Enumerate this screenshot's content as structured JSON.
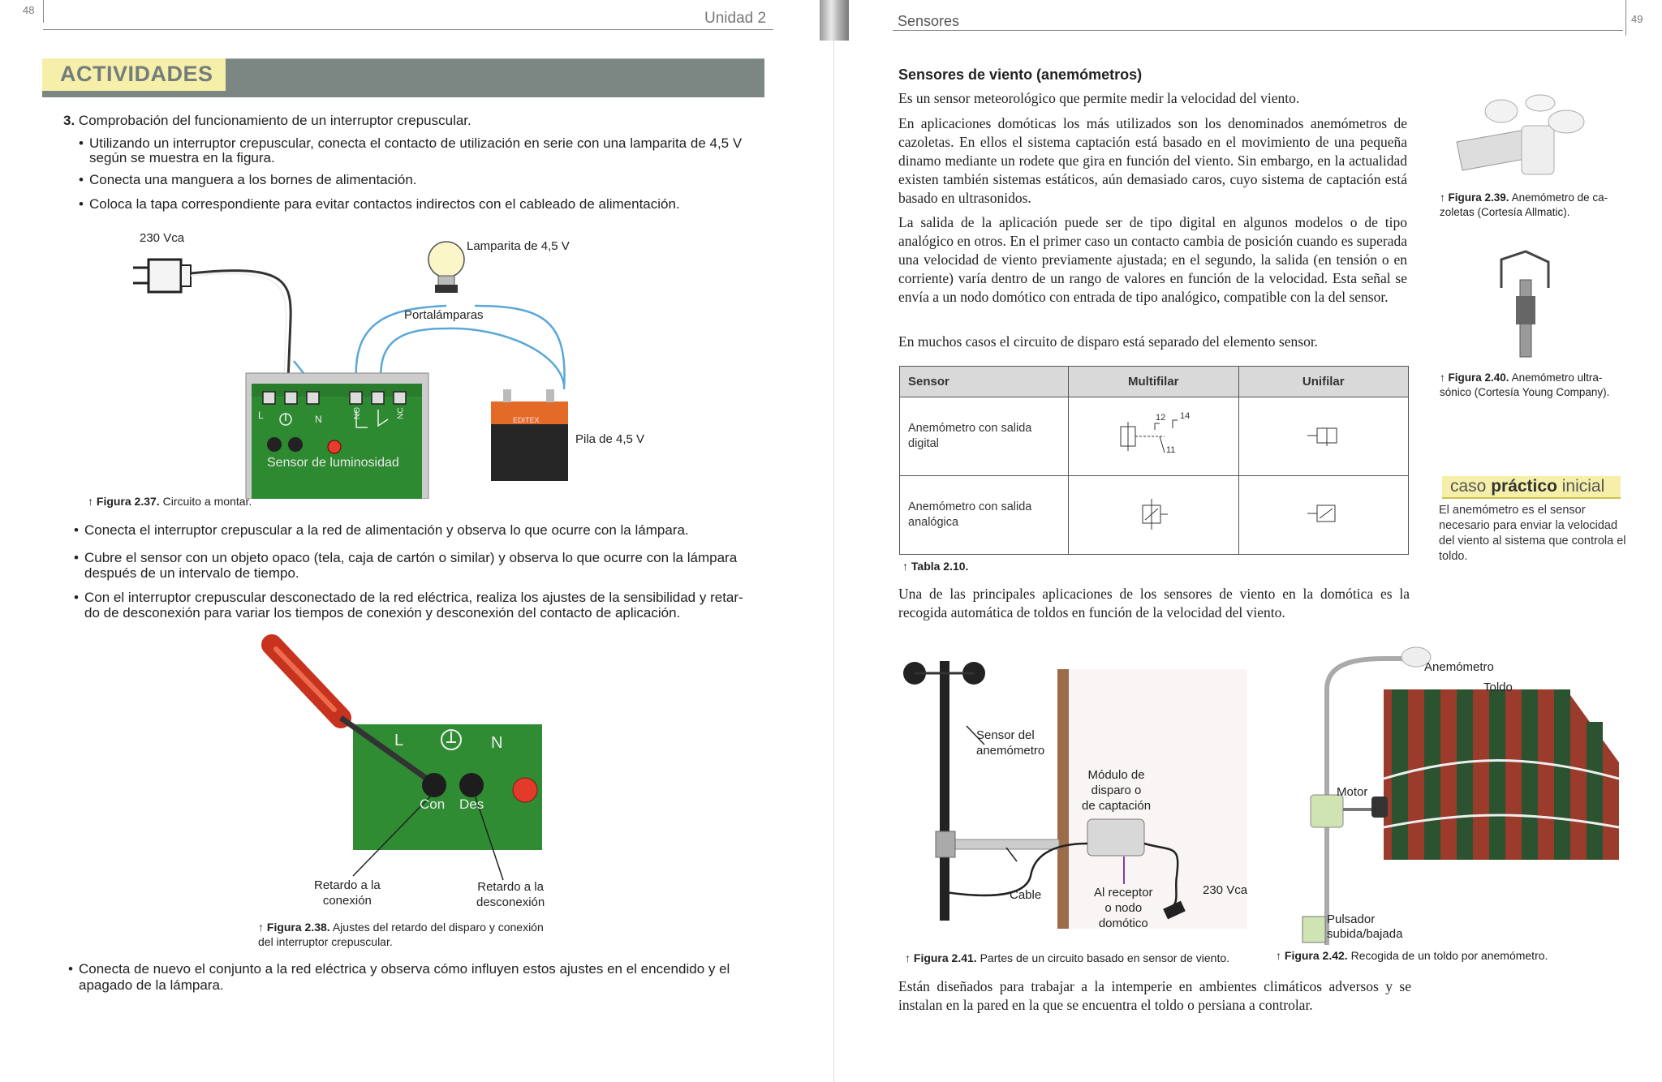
{
  "header": {
    "left_page_number": "48",
    "right_page_number": "49",
    "unit_title": "Unidad 2",
    "section_title": "Sensores"
  },
  "left": {
    "activities_title": "ACTIVIDADES",
    "item3": {
      "number": "3.",
      "title": "Comprobación del funcionamiento de un interruptor crepuscular.",
      "bullets": [
        "Utilizando un interruptor crepuscular, conecta el contacto de utilización en serie con una lamparita de 4,5 V",
        "según se muestra en la figura.",
        "Conecta una manguera a los bornes de alimentación.",
        "Coloca la tapa correspondiente para evitar contactos indirectos con el cableado de alimentación."
      ]
    },
    "fig237": {
      "label_230": "230 Vca",
      "label_lamp": "Lamparita de 4,5 V",
      "label_holder": "Portalámparas",
      "label_battery": "Pila de 4,5 V",
      "battery_brand": "EDITEX",
      "board_text": "Sensor de luminosidad",
      "terminal_l": "L",
      "terminal_n": "N",
      "terminal_no": "NO",
      "terminal_nc": "NC",
      "caption_number": "Figura 2.37.",
      "caption_text": "Circuito a montar."
    },
    "bullets2": [
      "Conecta el interruptor crepuscular a la red de alimentación y observa lo que ocurre con la lámpara.",
      "Cubre el sensor con un objeto opaco (tela, caja de cartón o similar) y observa lo que ocurre con la lámpara",
      "después de un intervalo de tiempo.",
      "Con el interruptor crepuscular desconectado de la red eléctrica, realiza los ajustes de la sensibilidad y retar-",
      "do de desconexión para variar los tiempos de conexión y desconexión del contacto de aplicación."
    ],
    "fig238": {
      "label_l": "L",
      "label_n": "N",
      "label_con": "Con",
      "label_des": "Des",
      "label_left": [
        "Retardo a la",
        "conexión"
      ],
      "label_right": [
        "Retardo a la",
        "desconexión"
      ],
      "caption_number": "Figura 2.38.",
      "caption_text": "Ajustes del retardo del disparo y conexión",
      "caption_text2": "del interruptor crepuscular."
    },
    "final_bullet": [
      "Conecta de nuevo el conjunto a la red eléctrica y observa cómo influyen estos ajustes en el encendido  y el",
      "apagado de la lámpara."
    ]
  },
  "right": {
    "heading": "Sensores de viento (anemómetros)",
    "paragraphs": [
      "Es un sensor meteorológico que permite medir la velocidad del viento.",
      "En aplicaciones domóticas los más utilizados son los denominados anemómetros de cazoletas. En ellos el sistema captación está basado en el movimiento de una pequeña dinamo mediante un rodete que gira en función del viento. Sin embargo, en la actualidad existen también sistemas estáticos, aún demasiado caros, cuyo sistema de captación está basado en ultrasonidos.",
      "La salida de la aplicación puede ser de tipo digital en algunos modelos o de tipo analógico en otros. En el primer caso un contacto cambia de posición cuando es superada una velocidad de viento previamente ajustada; en el segundo,  la salida (en tensión o en corriente) varía dentro de un rango de valores en función de la velocidad. Esta señal se envía a un nodo domótico con entrada de tipo analógico, compatible con la del sensor.",
      "En muchos casos el circuito de disparo está separado del elemento sensor."
    ],
    "fig239": {
      "number": "Figura 2.39.",
      "text": "Anemómetro de ca-",
      "text2": "zoletas (Cortesía Allmatic)."
    },
    "fig240": {
      "number": "Figura 2.40.",
      "text": "Anemómetro ultra-",
      "text2": "sónico (Cortesía Young Company)."
    },
    "table": {
      "headers": [
        "Sensor",
        "Multifilar",
        "Unifilar"
      ],
      "rows": [
        [
          "Anemómetro con salida",
          "digital"
        ],
        [
          "Anemómetro con salida",
          "analógica"
        ]
      ],
      "contact_labels": [
        "12",
        "14",
        "11"
      ],
      "caption": "Tabla 2.10."
    },
    "caso": {
      "prefix": "caso",
      "bold": "práctico",
      "suffix": "inicial",
      "text": "El anemómetro es el sensor necesario para enviar la velocidad del viento al sistema que controla el toldo."
    },
    "para_after_table": "Una de las principales aplicaciones de los sensores de viento en la domótica es la recogida automática de toldos en función de la velocidad del viento.",
    "fig241": {
      "label_sensor": [
        "Sensor del",
        "anemómetro"
      ],
      "label_modulo": [
        "Módulo de",
        "disparo o",
        "de captación"
      ],
      "label_cable": "Cable",
      "label_receptor": [
        "Al receptor",
        "o nodo",
        "domótico"
      ],
      "label_230": "230 Vca",
      "caption_number": "Figura 2.41.",
      "caption_text": "Partes de un circuito basado en sensor de viento."
    },
    "fig242": {
      "label_anemometro": "Anemómetro",
      "label_toldo": "Toldo",
      "label_motor": "Motor",
      "label_pulsador": [
        "Pulsador",
        "subida/bajada"
      ],
      "caption_number": "Figura 2.42.",
      "caption_text": "Recogida de un toldo por anemómetro."
    },
    "final_para": "Están diseñados para trabajar a la intemperie en ambientes climáticos adversos y se instalan en la pared en la que se encuentra el toldo o persiana a controlar."
  }
}
